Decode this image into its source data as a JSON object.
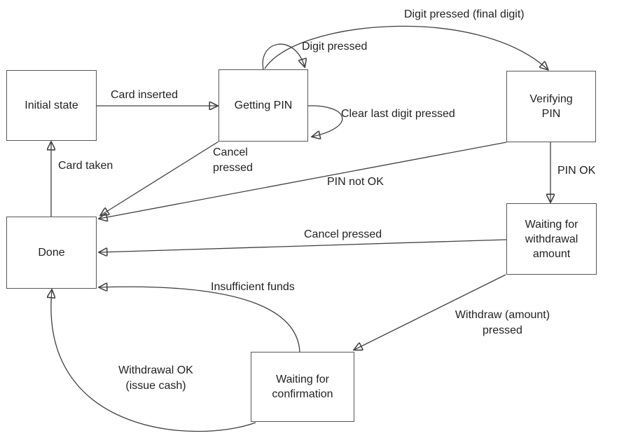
{
  "diagram": {
    "states": {
      "initial": "Initial state",
      "getting_pin": "Getting PIN",
      "verifying_pin": "Verifying\nPIN",
      "done": "Done",
      "waiting_amount": "Waiting for\nwithdrawal\namount",
      "waiting_confirmation": "Waiting for\nconfirmation"
    },
    "transitions": {
      "card_inserted": "Card inserted",
      "digit_pressed": "Digit pressed",
      "digit_pressed_final": "Digit pressed (final digit)",
      "clear_last_digit": "Clear last digit pressed",
      "cancel_getting_pin": "Cancel\npressed",
      "pin_ok": "PIN OK",
      "pin_not_ok": "PIN not OK",
      "card_taken": "Card taken",
      "cancel_waiting_amount": "Cancel pressed",
      "withdraw_amount_pressed": "Withdraw (amount)\npressed",
      "insufficient_funds": "Insufficient funds",
      "withdrawal_ok": "Withdrawal OK\n(issue cash)"
    },
    "colors": {
      "background": "#ffffff",
      "box_border": "#55575b",
      "line": "#3f4042",
      "text": "#231f20"
    }
  }
}
